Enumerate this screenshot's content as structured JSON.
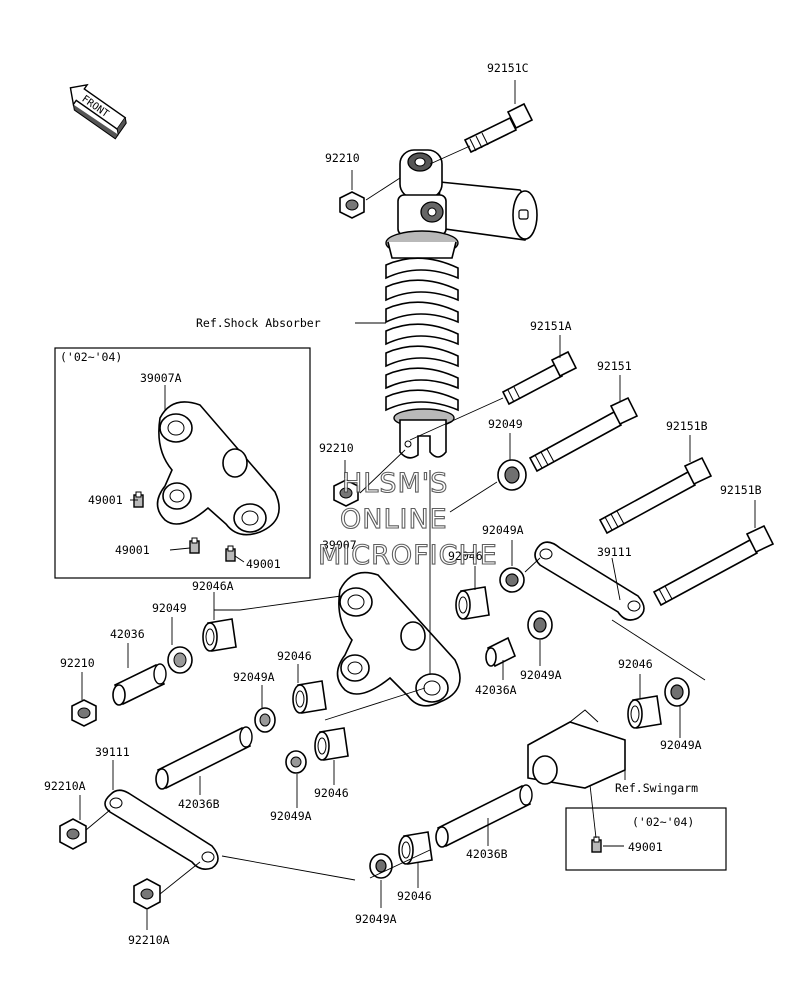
{
  "front_arrow": "FRONT",
  "watermark": [
    "HLSM'S",
    "ONLINE",
    "MICROFICHE"
  ],
  "callouts": {
    "p92151C": "92151C",
    "p92210_top": "92210",
    "ref_shock": "Ref.Shock Absorber",
    "p92151A": "92151A",
    "p92151": "92151",
    "p92210_mid": "92210",
    "p92049_upper": "92049",
    "p92151B_1": "92151B",
    "p92151B_2": "92151B",
    "p92049A_upper": "92049A",
    "p92046_upper": "92046",
    "p39111_right": "39111",
    "p39007": "39007",
    "p92046A": "92046A",
    "p92049_left": "92049",
    "p42036": "42036",
    "p92210_left": "92210",
    "p92046_mid": "92046",
    "p92049A_mid": "92049A",
    "p42036A": "42036A",
    "p92049A_right1": "92049A",
    "p92046_right": "92046",
    "p92049A_right2": "92049A",
    "p39111_left": "39111",
    "p92210A_1": "92210A",
    "p42036B_1": "42036B",
    "p92049A_low": "92049A",
    "p92046_low": "92046",
    "ref_swingarm": "Ref.Swingarm",
    "p42036B_2": "42036B",
    "p92046_bottom": "92046",
    "p92049A_bottom": "92049A",
    "p92210A_2": "92210A"
  },
  "inset_left": {
    "years": "('02~'04)",
    "p39007A": "39007A",
    "p49001_a": "49001",
    "p49001_b": "49001",
    "p49001_c": "49001"
  },
  "inset_right": {
    "years": "('02~'04)",
    "p49001": "49001"
  }
}
